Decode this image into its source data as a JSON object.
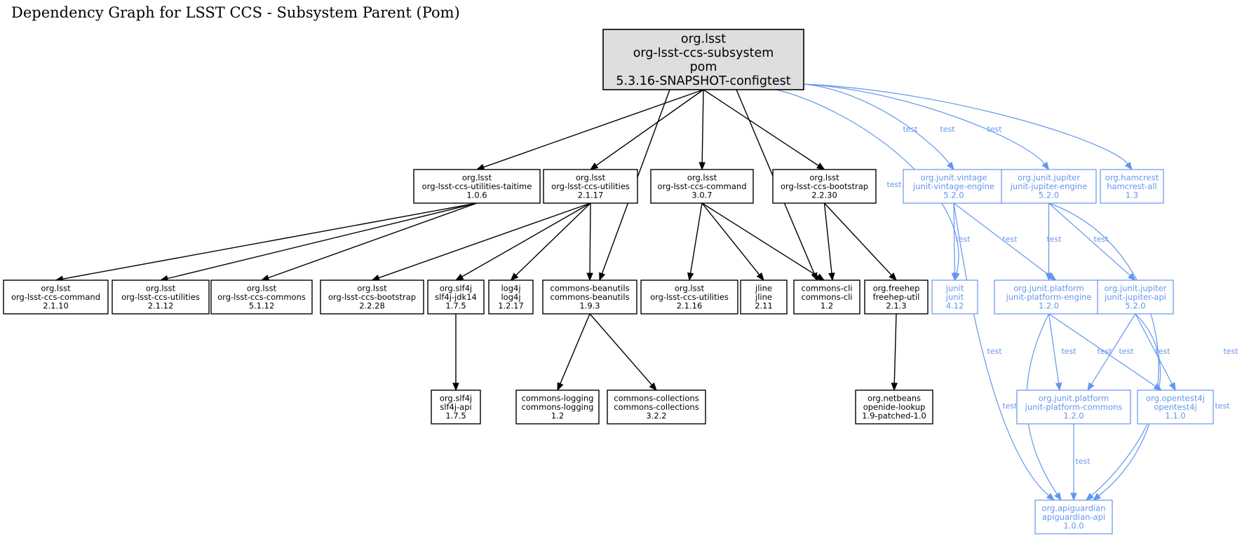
{
  "title": "Dependency Graph for LSST CCS - Subsystem Parent (Pom)",
  "colors": {
    "test": "#6495ed",
    "root_fill": "#dedede",
    "default": "#000000"
  },
  "nodes": [
    {
      "id": "root",
      "lines": [
        "org.lsst",
        "org-lsst-ccs-subsystem",
        "pom",
        "5.3.16-SNAPSHOT-configtest"
      ],
      "style": "root"
    },
    {
      "id": "taitime",
      "lines": [
        "org.lsst",
        "org-lsst-ccs-utilities-taitime",
        "1.0.6"
      ],
      "style": "normal"
    },
    {
      "id": "util2117",
      "lines": [
        "org.lsst",
        "org-lsst-ccs-utilities",
        "2.1.17"
      ],
      "style": "normal"
    },
    {
      "id": "cmd307",
      "lines": [
        "org.lsst",
        "org-lsst-ccs-command",
        "3.0.7"
      ],
      "style": "normal"
    },
    {
      "id": "boot2230",
      "lines": [
        "org.lsst",
        "org-lsst-ccs-bootstrap",
        "2.2.30"
      ],
      "style": "normal"
    },
    {
      "id": "vintage",
      "lines": [
        "org.junit.vintage",
        "junit-vintage-engine",
        "5.2.0"
      ],
      "style": "test"
    },
    {
      "id": "jupengine",
      "lines": [
        "org.junit.jupiter",
        "junit-jupiter-engine",
        "5.2.0"
      ],
      "style": "test"
    },
    {
      "id": "hamcrest",
      "lines": [
        "org.hamcrest",
        "hamcrest-all",
        "1.3"
      ],
      "style": "test"
    },
    {
      "id": "cmd2110",
      "lines": [
        "org.lsst",
        "org-lsst-ccs-command",
        "2.1.10"
      ],
      "style": "normal"
    },
    {
      "id": "util2112",
      "lines": [
        "org.lsst",
        "org-lsst-ccs-utilities",
        "2.1.12"
      ],
      "style": "normal"
    },
    {
      "id": "commons5112",
      "lines": [
        "org.lsst",
        "org-lsst-ccs-commons",
        "5.1.12"
      ],
      "style": "normal"
    },
    {
      "id": "boot2228",
      "lines": [
        "org.lsst",
        "org-lsst-ccs-bootstrap",
        "2.2.28"
      ],
      "style": "normal"
    },
    {
      "id": "slf4jjdk",
      "lines": [
        "org.slf4j",
        "slf4j-jdk14",
        "1.7.5"
      ],
      "style": "normal"
    },
    {
      "id": "log4j",
      "lines": [
        "log4j",
        "log4j",
        "1.2.17"
      ],
      "style": "normal"
    },
    {
      "id": "beanutils",
      "lines": [
        "commons-beanutils",
        "commons-beanutils",
        "1.9.3"
      ],
      "style": "normal"
    },
    {
      "id": "util2116",
      "lines": [
        "org.lsst",
        "org-lsst-ccs-utilities",
        "2.1.16"
      ],
      "style": "normal"
    },
    {
      "id": "jline",
      "lines": [
        "jline",
        "jline",
        "2.11"
      ],
      "style": "normal"
    },
    {
      "id": "cli",
      "lines": [
        "commons-cli",
        "commons-cli",
        "1.2"
      ],
      "style": "normal"
    },
    {
      "id": "freehep",
      "lines": [
        "org.freehep",
        "freehep-util",
        "2.1.3"
      ],
      "style": "normal"
    },
    {
      "id": "junit",
      "lines": [
        "junit",
        "junit",
        "4.12"
      ],
      "style": "test"
    },
    {
      "id": "platengine",
      "lines": [
        "org.junit.platform",
        "junit-platform-engine",
        "1.2.0"
      ],
      "style": "test"
    },
    {
      "id": "jupapi",
      "lines": [
        "org.junit.jupiter",
        "junit-jupiter-api",
        "5.2.0"
      ],
      "style": "test"
    },
    {
      "id": "slf4japi",
      "lines": [
        "org.slf4j",
        "slf4j-api",
        "1.7.5"
      ],
      "style": "normal"
    },
    {
      "id": "logging",
      "lines": [
        "commons-logging",
        "commons-logging",
        "1.2"
      ],
      "style": "normal"
    },
    {
      "id": "collections",
      "lines": [
        "commons-collections",
        "commons-collections",
        "3.2.2"
      ],
      "style": "normal"
    },
    {
      "id": "openide",
      "lines": [
        "org.netbeans",
        "openide-lookup",
        "1.9-patched-1.0"
      ],
      "style": "normal"
    },
    {
      "id": "platcommons",
      "lines": [
        "org.junit.platform",
        "junit-platform-commons",
        "1.2.0"
      ],
      "style": "test"
    },
    {
      "id": "opentest4j",
      "lines": [
        "org.opentest4j",
        "opentest4j",
        "1.1.0"
      ],
      "style": "test"
    },
    {
      "id": "apiguardian",
      "lines": [
        "org.apiguardian",
        "apiguardian-api",
        "1.0.0"
      ],
      "style": "test"
    }
  ],
  "edges": [
    {
      "from": "root",
      "to": "taitime"
    },
    {
      "from": "root",
      "to": "util2117"
    },
    {
      "from": "root",
      "to": "beanutils"
    },
    {
      "from": "root",
      "to": "cmd307"
    },
    {
      "from": "root",
      "to": "cli"
    },
    {
      "from": "root",
      "to": "boot2230"
    },
    {
      "from": "root",
      "to": "junit",
      "label": "test"
    },
    {
      "from": "root",
      "to": "vintage",
      "label": "test"
    },
    {
      "from": "root",
      "to": "jupengine",
      "label": "test"
    },
    {
      "from": "root",
      "to": "hamcrest",
      "label": "test"
    },
    {
      "from": "taitime",
      "to": "cmd2110"
    },
    {
      "from": "taitime",
      "to": "util2112"
    },
    {
      "from": "taitime",
      "to": "commons5112"
    },
    {
      "from": "util2117",
      "to": "boot2228"
    },
    {
      "from": "util2117",
      "to": "slf4jjdk"
    },
    {
      "from": "util2117",
      "to": "log4j"
    },
    {
      "from": "util2117",
      "to": "beanutils"
    },
    {
      "from": "cmd307",
      "to": "util2116"
    },
    {
      "from": "cmd307",
      "to": "jline"
    },
    {
      "from": "cmd307",
      "to": "cli"
    },
    {
      "from": "boot2230",
      "to": "cli"
    },
    {
      "from": "boot2230",
      "to": "freehep"
    },
    {
      "from": "vintage",
      "to": "junit",
      "label": "test"
    },
    {
      "from": "vintage",
      "to": "platengine",
      "label": "test"
    },
    {
      "from": "vintage",
      "to": "apiguardian",
      "label": "test"
    },
    {
      "from": "jupengine",
      "to": "platengine",
      "label": "test"
    },
    {
      "from": "jupengine",
      "to": "jupapi",
      "label": "test"
    },
    {
      "from": "jupengine",
      "to": "apiguardian",
      "label": "test"
    },
    {
      "from": "slf4jjdk",
      "to": "slf4japi"
    },
    {
      "from": "beanutils",
      "to": "logging"
    },
    {
      "from": "beanutils",
      "to": "collections"
    },
    {
      "from": "freehep",
      "to": "openide"
    },
    {
      "from": "platengine",
      "to": "platcommons",
      "label": "test"
    },
    {
      "from": "platengine",
      "to": "opentest4j",
      "label": "test"
    },
    {
      "from": "platengine",
      "to": "apiguardian",
      "label": "test"
    },
    {
      "from": "jupapi",
      "to": "platcommons",
      "label": "test"
    },
    {
      "from": "jupapi",
      "to": "opentest4j",
      "label": "test"
    },
    {
      "from": "jupapi",
      "to": "apiguardian",
      "label": "test"
    },
    {
      "from": "platcommons",
      "to": "apiguardian",
      "label": "test"
    }
  ]
}
